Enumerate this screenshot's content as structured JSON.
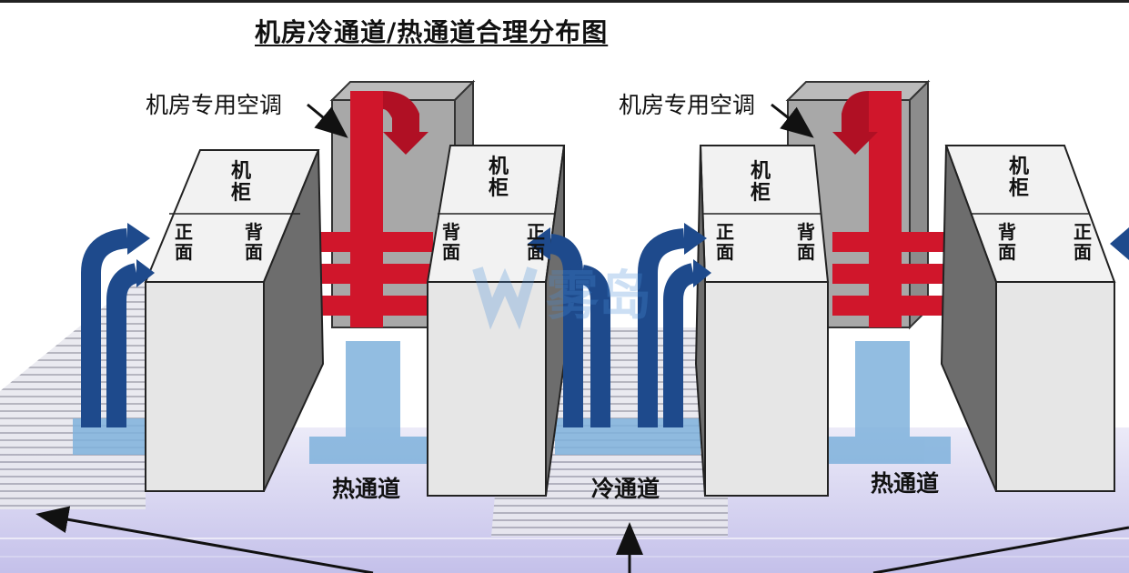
{
  "title": "机房冷通道/热通道合理分布图",
  "labels": {
    "ac_left": "机房专用空调",
    "ac_right": "机房专用空调",
    "cabinet": "机柜",
    "front": "正面",
    "back": "背面",
    "hot_aisle_left": "热通道",
    "cold_aisle": "冷通道",
    "hot_aisle_right": "热通道",
    "watermark": "雾岛"
  },
  "colors": {
    "hot_air": "#d0162b",
    "cold_air": "#1e4a8c",
    "cold_air_light": "#7fb2dc",
    "floor": "#c9c6ec",
    "cabinet_front": "#e6e6e6",
    "cabinet_top": "#f2f2f2"
  },
  "icons": {
    "hot_airflow": "red-airflow-arrow-icon",
    "cold_airflow": "blue-airflow-arrow-icon",
    "pointer": "black-pointer-arrow-icon"
  }
}
